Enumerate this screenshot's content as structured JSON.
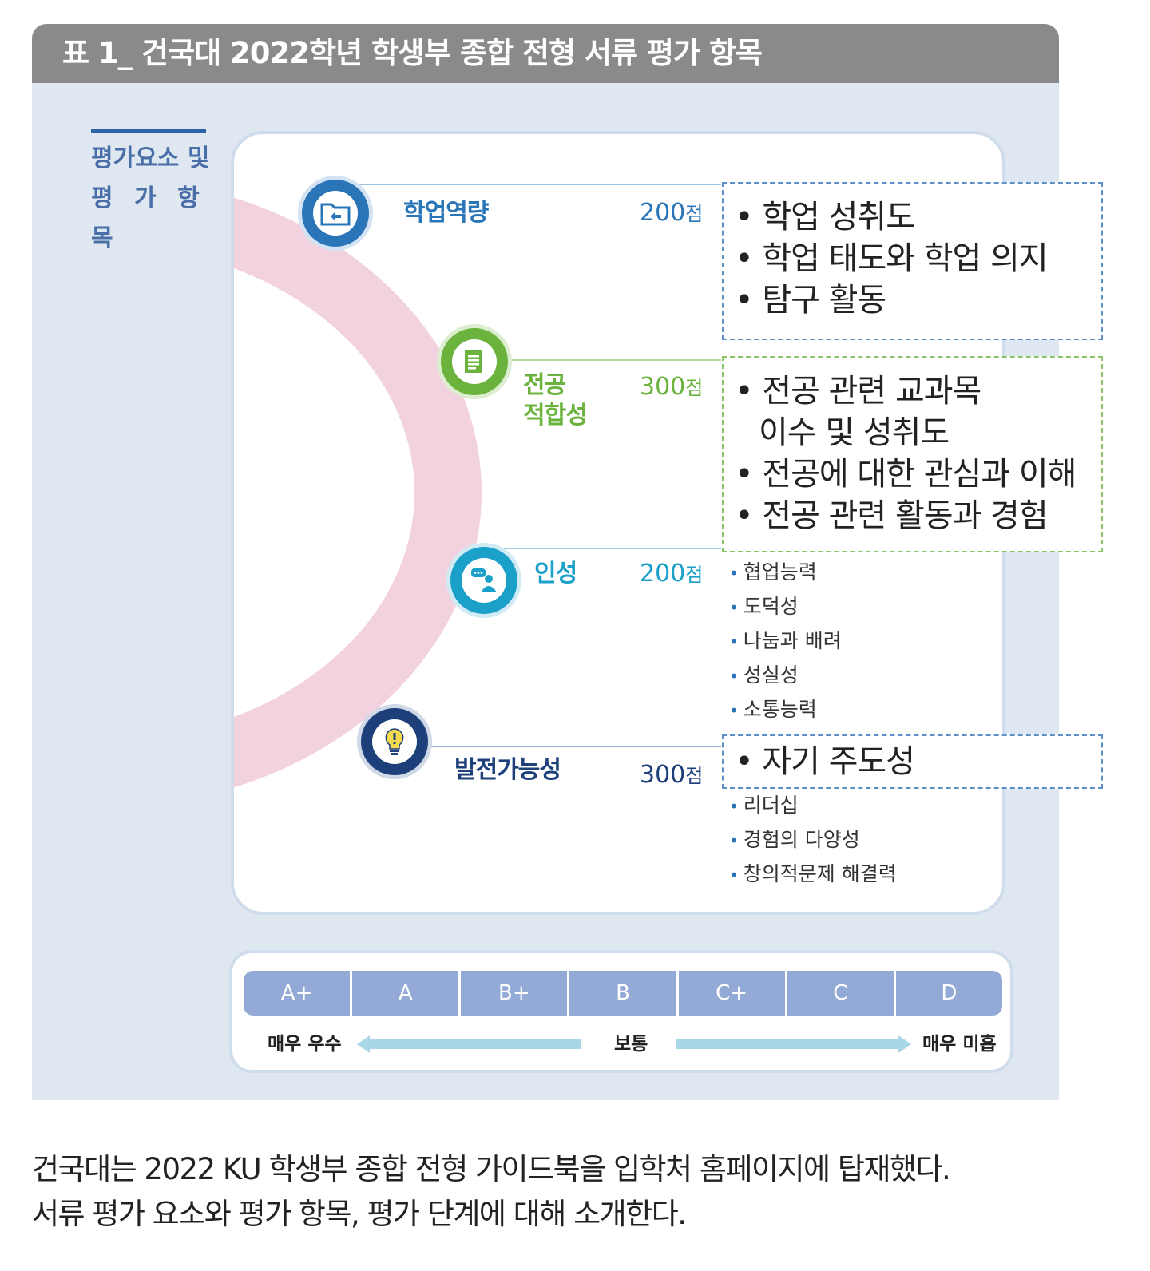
{
  "title": "표 1_ 건국대 2022학년 학생부 종합 전형 서류 평가 항목",
  "side_label": {
    "line1": "평가요소 및",
    "line2": "평 가 항 목"
  },
  "categories": [
    {
      "name": "학업역량",
      "score": "200",
      "unit": "점",
      "color": "#2a74b8",
      "icon": "folder-icon",
      "boxed_items": [
        "학업 성취도",
        "학업 태도와 학업 의지",
        "탐구 활동"
      ],
      "items": []
    },
    {
      "name_line1": "전공",
      "name_line2": "적합성",
      "score": "300",
      "unit": "점",
      "color": "#6cb33e",
      "icon": "document-icon",
      "boxed_items": [
        "전공 관련 교과목",
        "이수 및 성취도",
        "전공에 대한 관심과 이해",
        "전공 관련 활동과 경험"
      ],
      "items": []
    },
    {
      "name": "인성",
      "score": "200",
      "unit": "점",
      "color": "#1ba0c9",
      "icon": "person-chat-icon",
      "boxed_items": [],
      "items": [
        "협업능력",
        "도덕성",
        "나눔과 배려",
        "성실성",
        "소통능력"
      ]
    },
    {
      "name": "발전가능성",
      "score": "300",
      "unit": "점",
      "color": "#1d3f7a",
      "icon": "lightbulb-icon",
      "boxed_items": [
        "자기 주도성"
      ],
      "items": [
        "리더십",
        "경험의 다양성",
        "창의적문제 해결력"
      ]
    }
  ],
  "grades": [
    "A+",
    "A",
    "B+",
    "B",
    "C+",
    "C",
    "D"
  ],
  "scale": {
    "left": "매우 우수",
    "middle": "보통",
    "right": "매우 미흡"
  },
  "caption": {
    "line1": "건국대는 2022 KU 학생부 종합 전형 가이드북을 입학처 홈페이지에 탑재했다.",
    "line2": "서류 평가 요소와 평가 항목, 평가 단계에 대해 소개한다."
  }
}
